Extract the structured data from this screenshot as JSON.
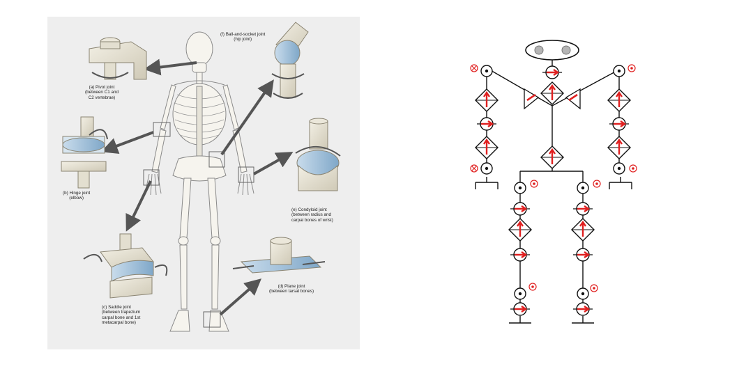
{
  "left_diagram": {
    "joints": [
      {
        "id": "pivot",
        "lines": [
          "(a) Pivot joint",
          "(between C1 and",
          "C2 vertebrae)"
        ]
      },
      {
        "id": "hinge",
        "lines": [
          "(b) Hinge joint",
          "(elbow)"
        ]
      },
      {
        "id": "saddle",
        "lines": [
          "(c) Saddle joint",
          "(between trapezium",
          "carpal bone and 1st",
          "metacarpal bone)"
        ]
      },
      {
        "id": "plane",
        "lines": [
          "(d) Plane joint",
          "(between tarsal bones)"
        ]
      },
      {
        "id": "condyloid",
        "lines": [
          "(e) Condyloid joint",
          "(between radius and",
          "carpal bones of wrist)"
        ]
      },
      {
        "id": "ball",
        "lines": [
          "(f) Ball-and-socket joint",
          "(hip joint)"
        ]
      }
    ]
  },
  "colors": {
    "panel_bg": "#eeeeee",
    "bone": "#f4f2ea",
    "bone_outline": "#8a8a8a",
    "arrow_gray": "#555555",
    "joint_red": "#e02020",
    "line_black": "#111111",
    "joint_block": "#e8e4d6"
  }
}
